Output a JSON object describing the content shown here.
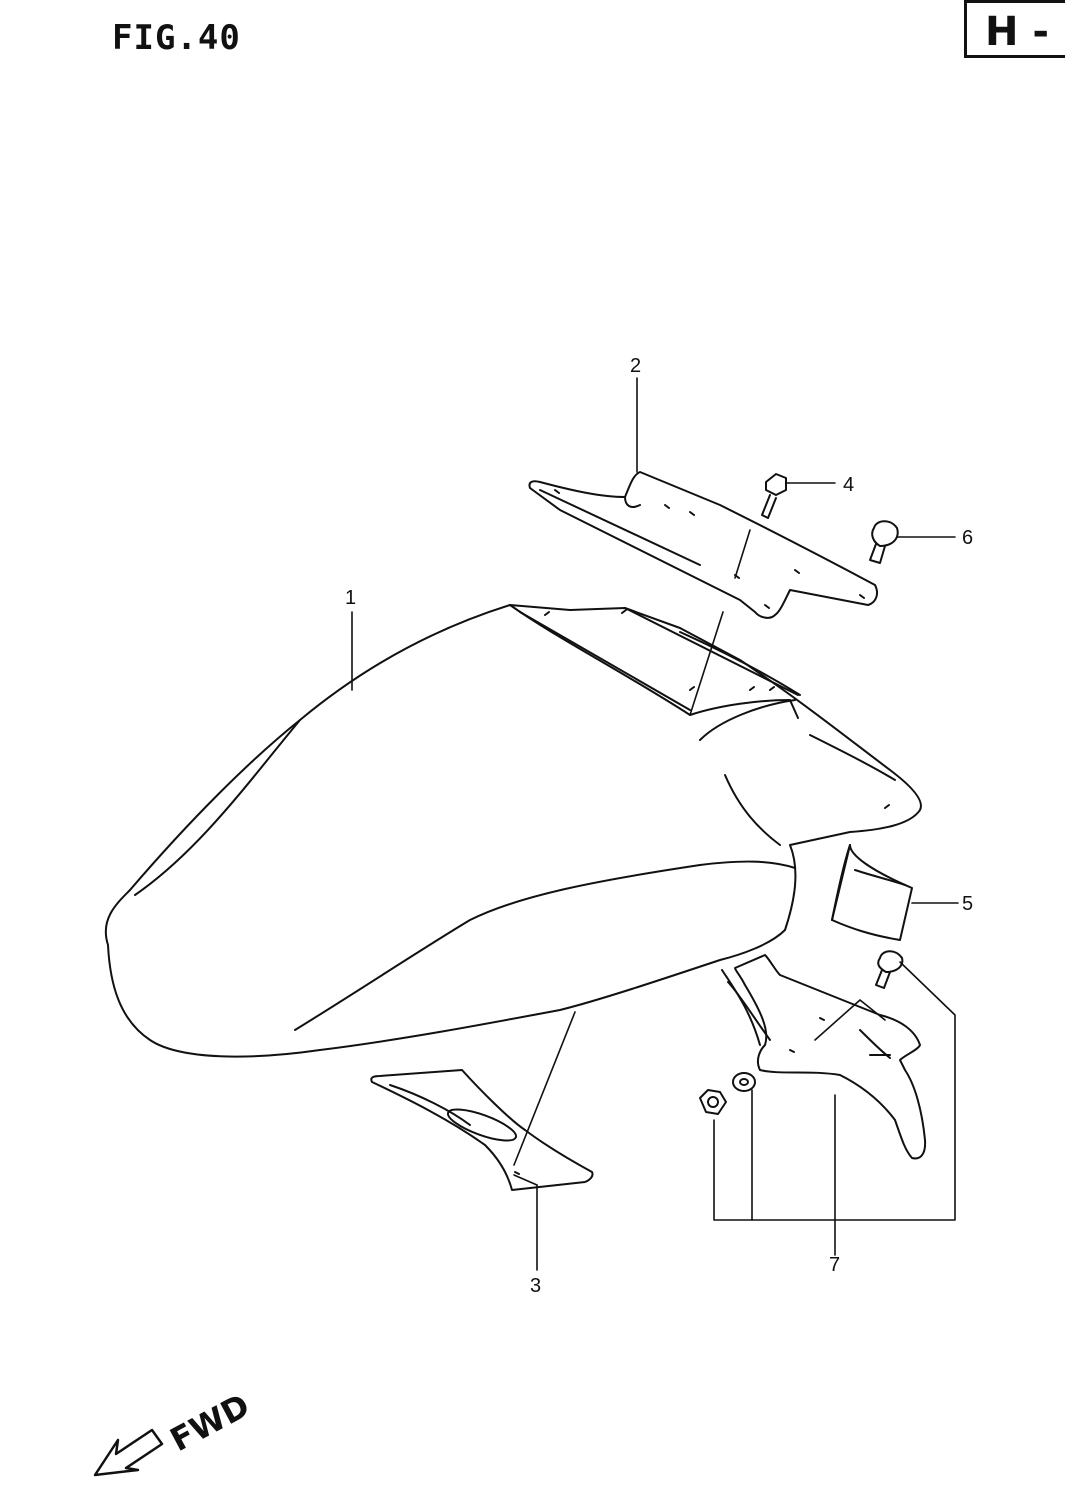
{
  "figure": {
    "title": "FIG.40",
    "section": "H -"
  },
  "callouts": [
    {
      "label": "1"
    },
    {
      "label": "2"
    },
    {
      "label": "3"
    },
    {
      "label": "4"
    },
    {
      "label": "5"
    },
    {
      "label": "6"
    },
    {
      "label": "7"
    }
  ],
  "direction": {
    "label": "FWD"
  }
}
